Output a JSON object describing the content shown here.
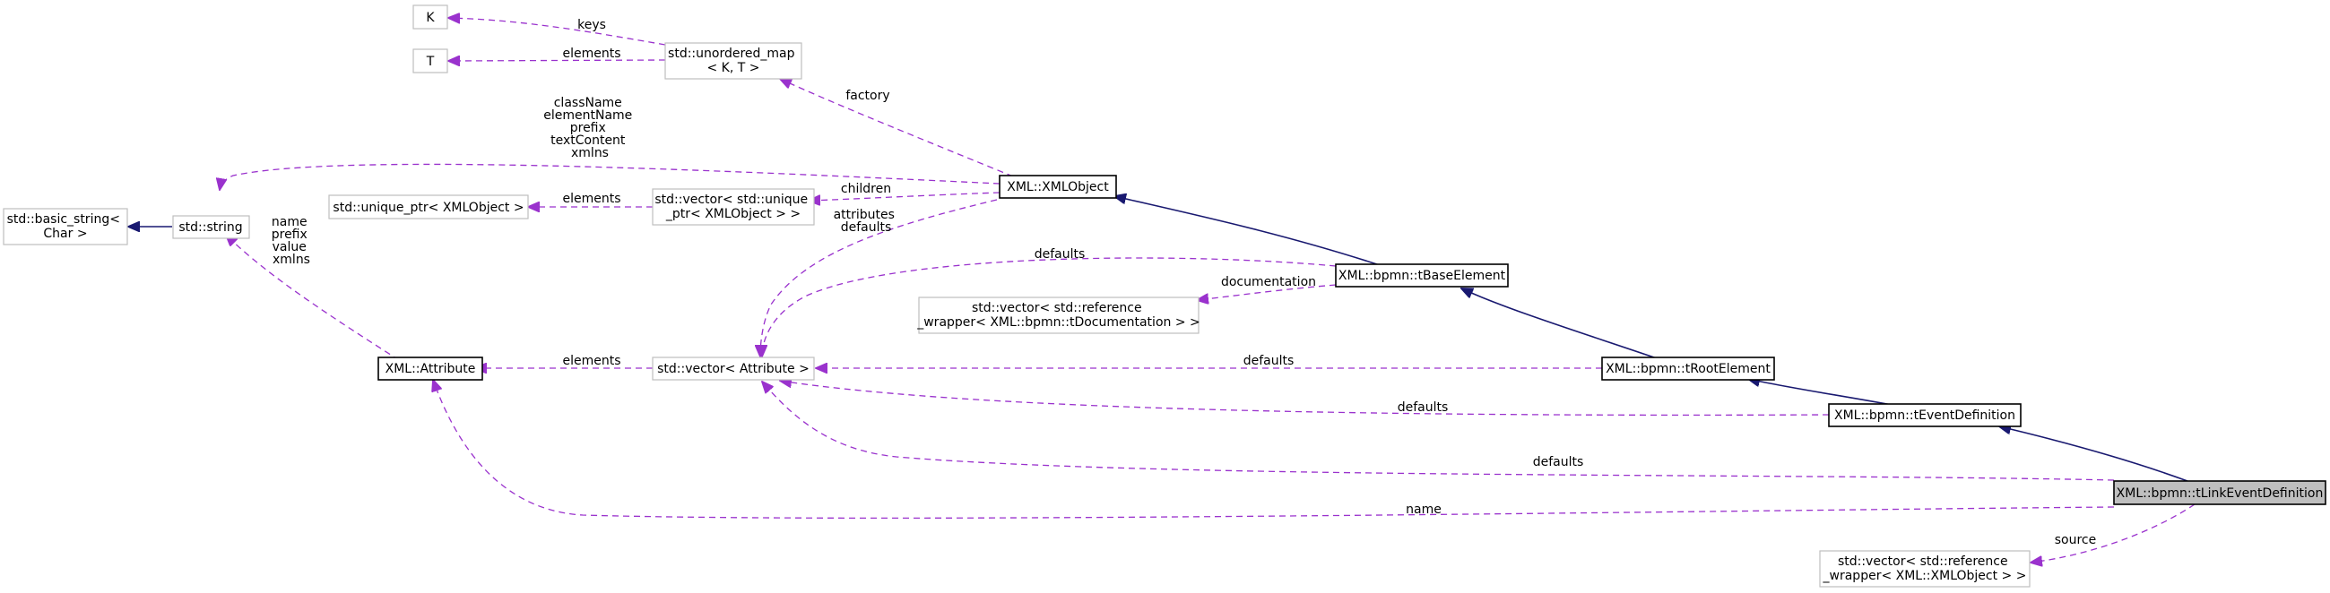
{
  "nodes": {
    "k": {
      "lines": [
        "K"
      ]
    },
    "t": {
      "lines": [
        "T"
      ]
    },
    "unordered_map": {
      "lines": [
        "std::unordered_map",
        "< K, T >"
      ]
    },
    "basic_string": {
      "lines": [
        "std::basic_string<",
        "Char >"
      ]
    },
    "string": {
      "lines": [
        "std::string"
      ]
    },
    "unique_ptr": {
      "lines": [
        "std::unique_ptr< XMLObject >"
      ]
    },
    "vector_unique": {
      "lines": [
        "std::vector< std::unique",
        "_ptr< XMLObject > >"
      ]
    },
    "xmlobject": {
      "lines": [
        "XML::XMLObject"
      ]
    },
    "tbaseelement": {
      "lines": [
        "XML::bpmn::tBaseElement"
      ]
    },
    "vector_refdoc": {
      "lines": [
        "std::vector< std::reference",
        "_wrapper< XML::bpmn::tDocumentation > >"
      ]
    },
    "attribute": {
      "lines": [
        "XML::Attribute"
      ]
    },
    "vector_attr": {
      "lines": [
        "std::vector< Attribute >"
      ]
    },
    "trootelement": {
      "lines": [
        "XML::bpmn::tRootElement"
      ]
    },
    "teventdefinition": {
      "lines": [
        "XML::bpmn::tEventDefinition"
      ]
    },
    "tlinkeventdefinition": {
      "lines": [
        "XML::bpmn::tLinkEventDefinition"
      ]
    },
    "vector_refobj": {
      "lines": [
        "std::vector< std::reference",
        "_wrapper< XML::XMLObject > >"
      ]
    }
  },
  "edge_labels": {
    "keys": [
      "keys"
    ],
    "elements_t": [
      "elements"
    ],
    "factory": [
      "factory"
    ],
    "string_members": [
      "className",
      "elementName",
      "prefix",
      "textContent",
      "xmlns"
    ],
    "children": [
      "children"
    ],
    "elements_unique": [
      "elements"
    ],
    "attr_defaults": [
      "attributes",
      "defaults"
    ],
    "attribute_members": [
      "name",
      "prefix",
      "value",
      "xmlns"
    ],
    "base_defaults": [
      "defaults"
    ],
    "documentation": [
      "documentation"
    ],
    "elements_attr": [
      "elements"
    ],
    "root_defaults": [
      "defaults"
    ],
    "eventdef_defaults": [
      "defaults"
    ],
    "link_defaults": [
      "defaults"
    ],
    "link_name": [
      "name"
    ],
    "source": [
      "source"
    ]
  },
  "colors": {
    "inheritance_edge": "#191970",
    "usage_edge": "#9a32cd",
    "focus_node_fill": "#bfbfbf",
    "external_node_border": "#bfbfbf",
    "internal_node_border": "#000000"
  }
}
